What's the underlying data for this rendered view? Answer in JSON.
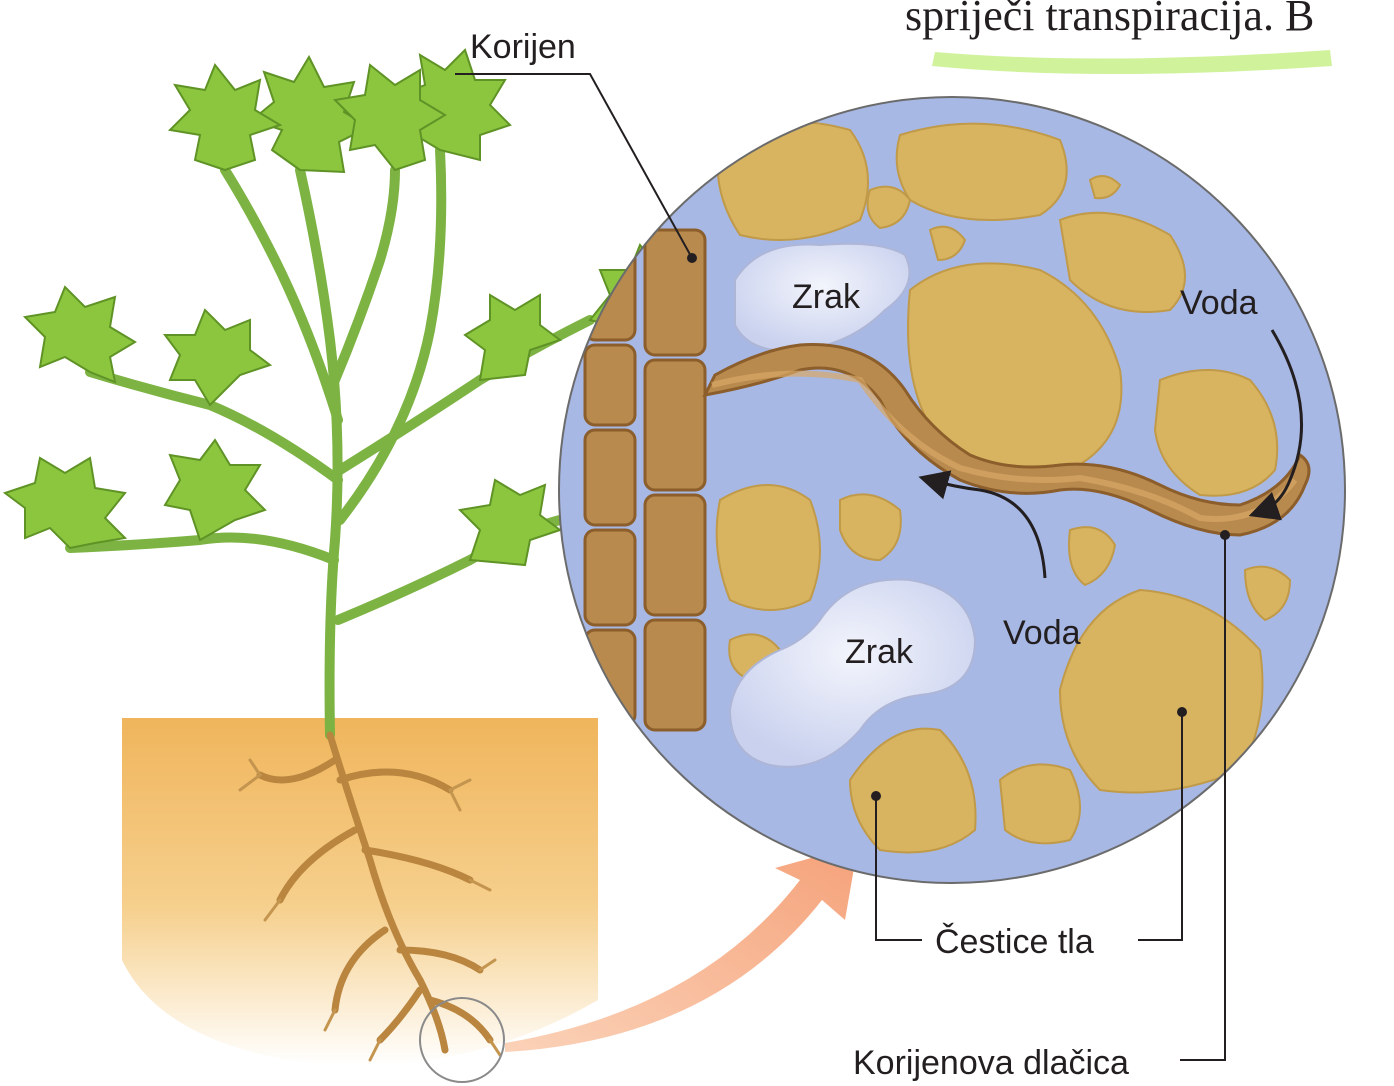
{
  "header": {
    "cropped_text": "spriječi transpiracija. B"
  },
  "labels": {
    "root": "Korijen",
    "air_top": "Zrak",
    "air_bottom": "Zrak",
    "water_right": "Voda",
    "water_center": "Voda",
    "soil_particles": "Čestice tla",
    "root_hair": "Korijenova dlačica"
  },
  "colors": {
    "leaf": "#8cc63f",
    "leaf_dark": "#6aa12c",
    "soil": "#f2b862",
    "circle_bg": "#a8b8e4",
    "particle": "#d8b460",
    "root_cell": "#b98a4e",
    "air": "#dde3f5",
    "highlight": "#c8f08a"
  }
}
